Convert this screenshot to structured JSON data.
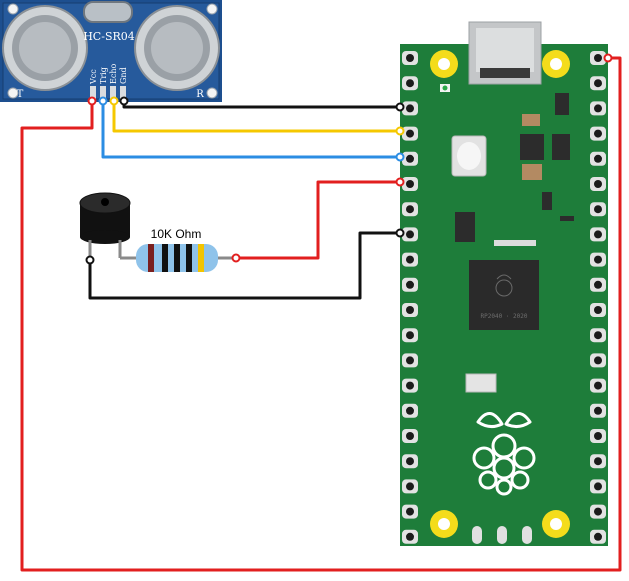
{
  "sensor": {
    "model": "HC-SR04",
    "left_label": "T",
    "right_label": "R",
    "pins": [
      "Vcc",
      "Trig",
      "Echo",
      "Gnd"
    ]
  },
  "resistor": {
    "label": "10K Ohm"
  },
  "chip": {
    "marking": "RP2040 · 2020"
  },
  "colors": {
    "wire_red": "#e21f1f",
    "wire_black": "#111111",
    "wire_yellow": "#f5c800",
    "wire_blue": "#2b8de3",
    "board_green": "#1e7d3a",
    "sensor_blue": "#1d4f8f",
    "pad_gold": "#f4dc1b"
  },
  "icons": {
    "sensor": "ultrasonic-sensor-icon",
    "buzzer": "buzzer-icon",
    "resistor": "resistor-icon",
    "board": "raspberry-pi-pico-icon",
    "logo": "raspberry-pi-logo-icon"
  }
}
